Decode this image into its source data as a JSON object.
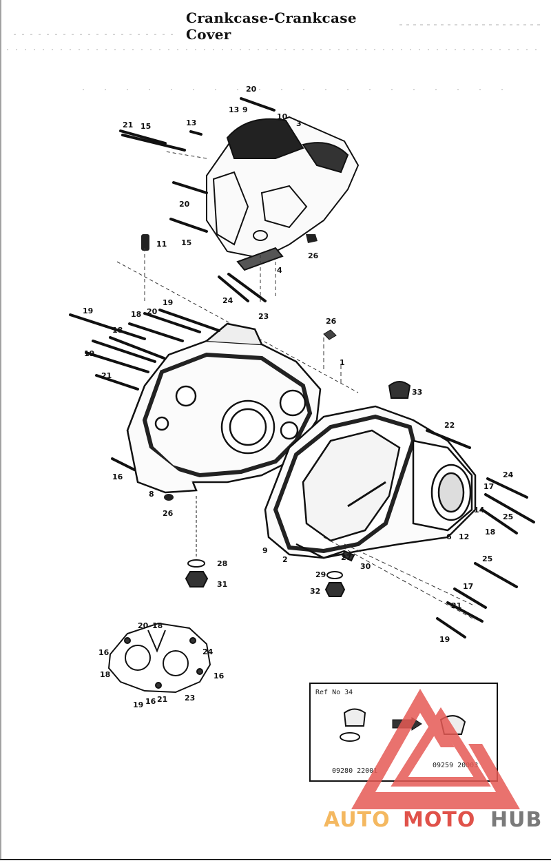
{
  "title": "Crankcase-Crankcase Cover",
  "callouts": [
    {
      "id": "c20a",
      "label": "20"
    },
    {
      "id": "c13a",
      "label": "13"
    },
    {
      "id": "c9a",
      "label": "9"
    },
    {
      "id": "c10",
      "label": "10"
    },
    {
      "id": "c3",
      "label": "3"
    },
    {
      "id": "c21a",
      "label": "21"
    },
    {
      "id": "c15a",
      "label": "15"
    },
    {
      "id": "c13b",
      "label": "13"
    },
    {
      "id": "c20b",
      "label": "20"
    },
    {
      "id": "c15b",
      "label": "15"
    },
    {
      "id": "c11",
      "label": "11"
    },
    {
      "id": "c26a",
      "label": "26"
    },
    {
      "id": "c4",
      "label": "4"
    },
    {
      "id": "c24a",
      "label": "24"
    },
    {
      "id": "c23a",
      "label": "23"
    },
    {
      "id": "c19a",
      "label": "19"
    },
    {
      "id": "c18a",
      "label": "18"
    },
    {
      "id": "c19b",
      "label": "19"
    },
    {
      "id": "c20c",
      "label": "20"
    },
    {
      "id": "c18b",
      "label": "18"
    },
    {
      "id": "c19c",
      "label": "19"
    },
    {
      "id": "c21b",
      "label": "21"
    },
    {
      "id": "c26b",
      "label": "26"
    },
    {
      "id": "c1",
      "label": "1"
    },
    {
      "id": "c33",
      "label": "33"
    },
    {
      "id": "c22",
      "label": "22"
    },
    {
      "id": "c16a",
      "label": "16"
    },
    {
      "id": "c8",
      "label": "8"
    },
    {
      "id": "c26c",
      "label": "26"
    },
    {
      "id": "c24b",
      "label": "24"
    },
    {
      "id": "c17a",
      "label": "17"
    },
    {
      "id": "c14",
      "label": "14"
    },
    {
      "id": "c25a",
      "label": "25"
    },
    {
      "id": "c6",
      "label": "6"
    },
    {
      "id": "c12",
      "label": "12"
    },
    {
      "id": "c18c",
      "label": "18"
    },
    {
      "id": "c9b",
      "label": "9"
    },
    {
      "id": "c2",
      "label": "2"
    },
    {
      "id": "c27",
      "label": "27"
    },
    {
      "id": "c30",
      "label": "30"
    },
    {
      "id": "c28",
      "label": "28"
    },
    {
      "id": "c31",
      "label": "31"
    },
    {
      "id": "c29",
      "label": "29"
    },
    {
      "id": "c32",
      "label": "32"
    },
    {
      "id": "c25b",
      "label": "25"
    },
    {
      "id": "c17b",
      "label": "17"
    },
    {
      "id": "c21c",
      "label": "21"
    },
    {
      "id": "c19d",
      "label": "19"
    },
    {
      "id": "c20d",
      "label": "20"
    },
    {
      "id": "c18d",
      "label": "18"
    },
    {
      "id": "c16b",
      "label": "16"
    },
    {
      "id": "c24c",
      "label": "24"
    },
    {
      "id": "c18e",
      "label": "18"
    },
    {
      "id": "c16c",
      "label": "16"
    },
    {
      "id": "c19e",
      "label": "19"
    },
    {
      "id": "c16d",
      "label": "16"
    },
    {
      "id": "c21d",
      "label": "21"
    },
    {
      "id": "c23b",
      "label": "23"
    }
  ],
  "inset": {
    "heading": "Ref No 34",
    "left_part_no": "09280 22001",
    "right_part_no": "09259 20003"
  },
  "watermark": {
    "word_a": "AUTO",
    "word_b": "MOTO",
    "word_c": "HUB",
    "color_a": "#f4b860",
    "color_b": "#e0524a",
    "color_c": "#7a7a7a",
    "triangle_color": "#e65a55"
  }
}
